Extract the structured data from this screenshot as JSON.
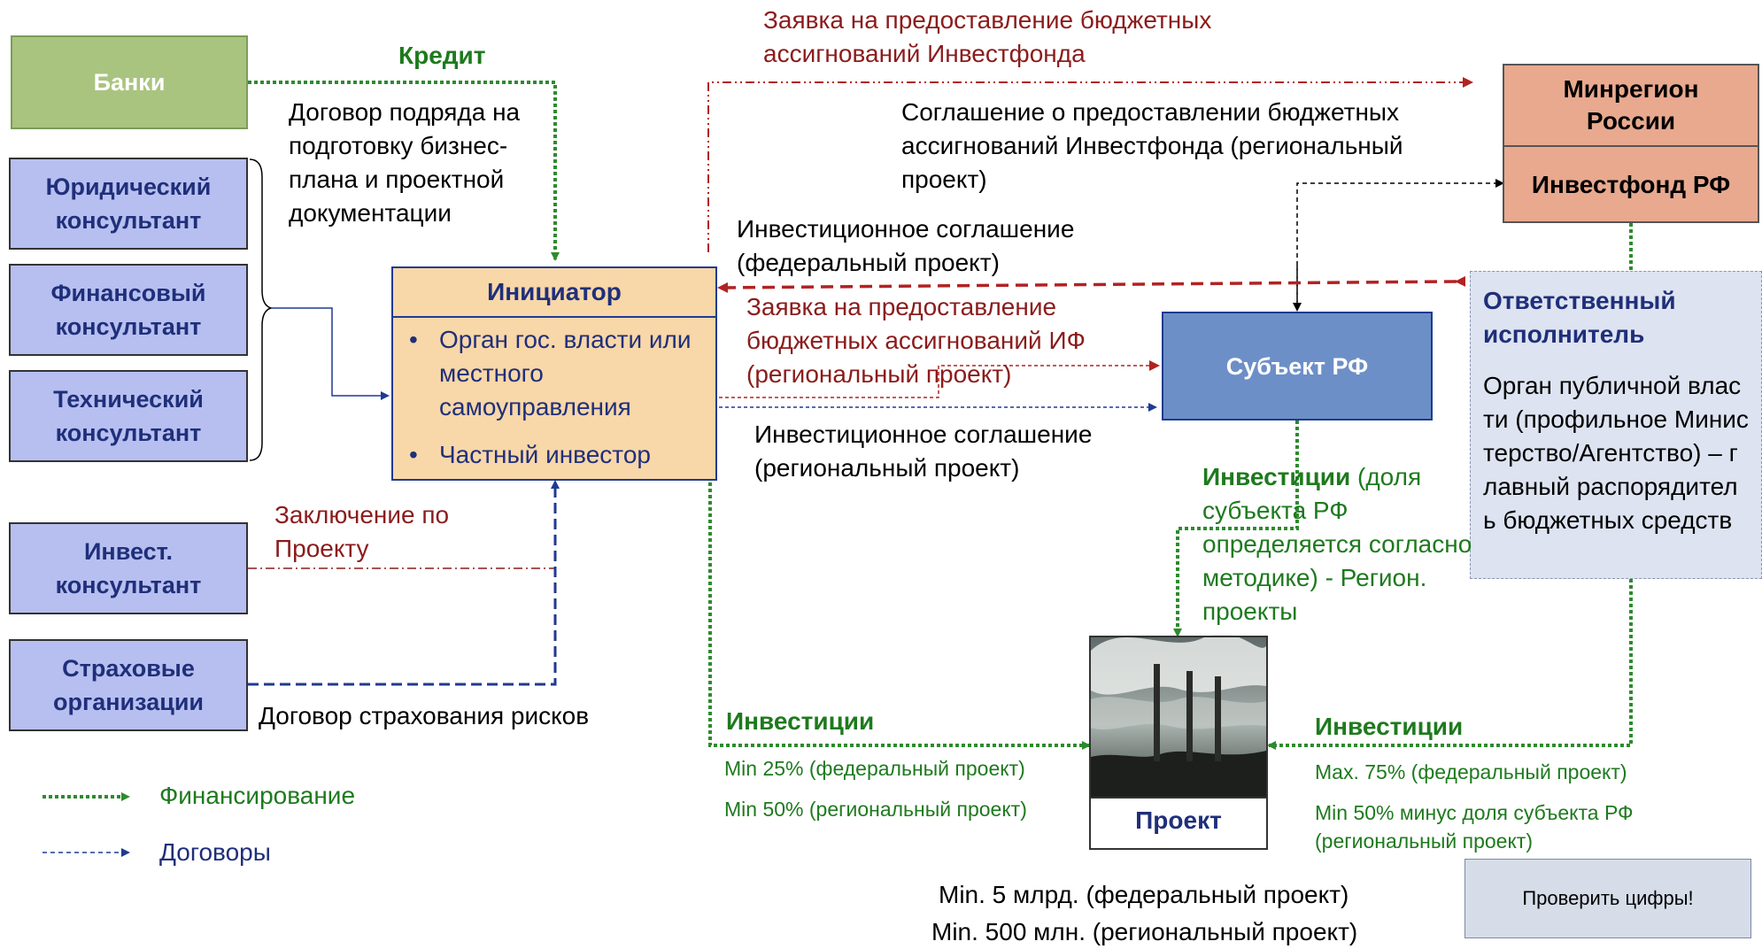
{
  "colors": {
    "finance_green": "#2e8b2e",
    "contract_blue": "#1f3a93",
    "request_red": "#b22222",
    "dark_red_text": "#8b1c1c",
    "banks_fill": "#a9c47f",
    "consultant_fill": "#b7bff0",
    "initiator_fill": "#f8d7a8",
    "ministry_fill": "#e8a98f",
    "subject_fill": "#6d8fc7",
    "responsible_fill": "#dde3f0",
    "check_fill": "#d6dde8"
  },
  "boxes": {
    "banks": "Банки",
    "legal": "Юридический консультант",
    "financial": "Финансовый консультант",
    "technical": "Технический консультант",
    "invest_consultant": "Инвест. консультант",
    "insurance": "Страховые организации",
    "initiator_title": "Инициатор",
    "initiator_items": [
      "Орган гос. власти или местного самоуправления",
      "Частный инвестор"
    ],
    "ministry": "Минрегион России",
    "investfund": "Инвестфонд РФ",
    "subject": "Субъект РФ",
    "responsible_title": "Ответственный исполнитель",
    "responsible_text": "Орган публичной власти (профильное Министерство/Агентство) – главный распорядитель бюджетных средств",
    "project": "Проект",
    "check": "Проверить цифры!"
  },
  "labels": {
    "credit": "Кредит",
    "contract_prep": "Договор подряда на подготовку бизнес-плана и проектной документации",
    "conclusion": "Заключение по Проекту",
    "insurance_contract": "Договор страхования рисков",
    "request_fund": "Заявка на предоставление бюджетных ассигнований Инвестфонда",
    "agreement_fund": "Соглашение о предоставлении бюджетных ассигнований Инвестфонда (региональный проект)",
    "invest_agreement_fed": "Инвестиционное соглашение (федеральный проект)",
    "request_if": "Заявка на предоставление бюджетных ассигнований ИФ (региональный проект)",
    "invest_agreement_reg": "Инвестиционное соглашение (региональный проект)",
    "invest_subject_bold": "Инвестиции",
    "invest_subject_rest": " (доля субъекта РФ определяется согласно методике) - Регион. проекты",
    "invest_left": "Инвестиции",
    "left_min25": "Min 25% (федеральный проект)",
    "left_min50": "Min 50% (региональный проект)",
    "invest_right": "Инвестиции",
    "right_max75": "Max. 75% (федеральный проект)",
    "right_min50": "Min 50% минус доля субъекта РФ (региональный проект)",
    "proj_min_fed": "Min. 5 млрд. (федеральный проект)",
    "proj_min_reg": "Min. 500 млн. (региональный проект)"
  },
  "legend": {
    "financing": "Финансирование",
    "contracts": "Договоры"
  }
}
